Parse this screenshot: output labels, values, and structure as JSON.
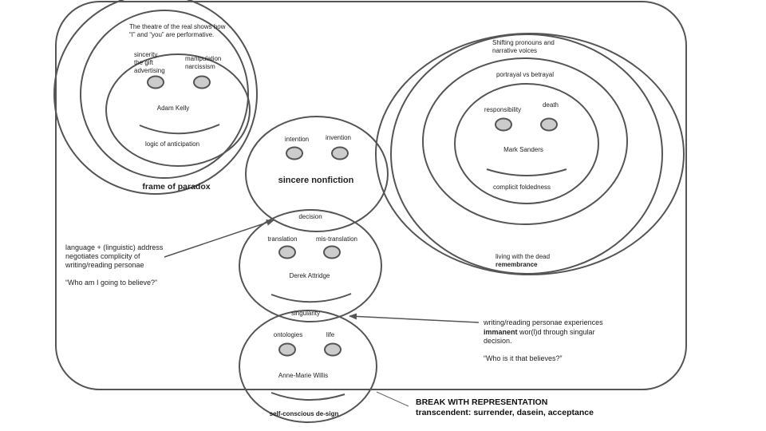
{
  "frame": {
    "lines": [
      "The theatre of the real shows how",
      "“I” and “you” are performative."
    ],
    "left_top": [
      "sincerity",
      "the gift",
      "advertising"
    ],
    "right_top": [
      "manipulation",
      "narcissism"
    ],
    "name": "Adam Kelly",
    "mouth": "logic of anticipation",
    "title": "frame of paradox"
  },
  "sincere": {
    "left_top": "intention",
    "right_top": "invention",
    "title": "sincere nonfiction",
    "bottom": "decision"
  },
  "attridge": {
    "left_top": "translation",
    "right_top": "mis-translation",
    "name": "Derek Attridge",
    "bottom": "singularity"
  },
  "willis": {
    "left_top": "ontologies",
    "right_top": "life",
    "name": "Anne-Marie Willis",
    "title": "self-conscious de-sign"
  },
  "sanders": {
    "ring1": [
      "Shifting pronouns and",
      "narrative voices"
    ],
    "ring2": "portrayal vs betrayal",
    "left_top": "responsibility",
    "right_top": "death",
    "name": "Mark Sanders",
    "mouth": "complicit foldedness",
    "outer": "living with the dead",
    "title": "remembrance"
  },
  "note_left": {
    "lines": [
      "language + (linguistic) address",
      "negotiates complicity of",
      "writing/reading personae"
    ],
    "question": "“Who am I going to believe?”"
  },
  "note_right": {
    "line1": "writing/reading  personae experiences",
    "line2_bold": "immanent",
    "line2_rest": " wor(l)d through singular",
    "line3": "decision.",
    "question": "“Who is it that believes?”"
  },
  "break": {
    "line1": "BREAK WITH REPRESENTATION",
    "line2": "transcendent: surrender, dasein, acceptance"
  },
  "colors": {
    "stroke": "#555555",
    "eye_fill": "#cccccc",
    "text": "#222222"
  }
}
